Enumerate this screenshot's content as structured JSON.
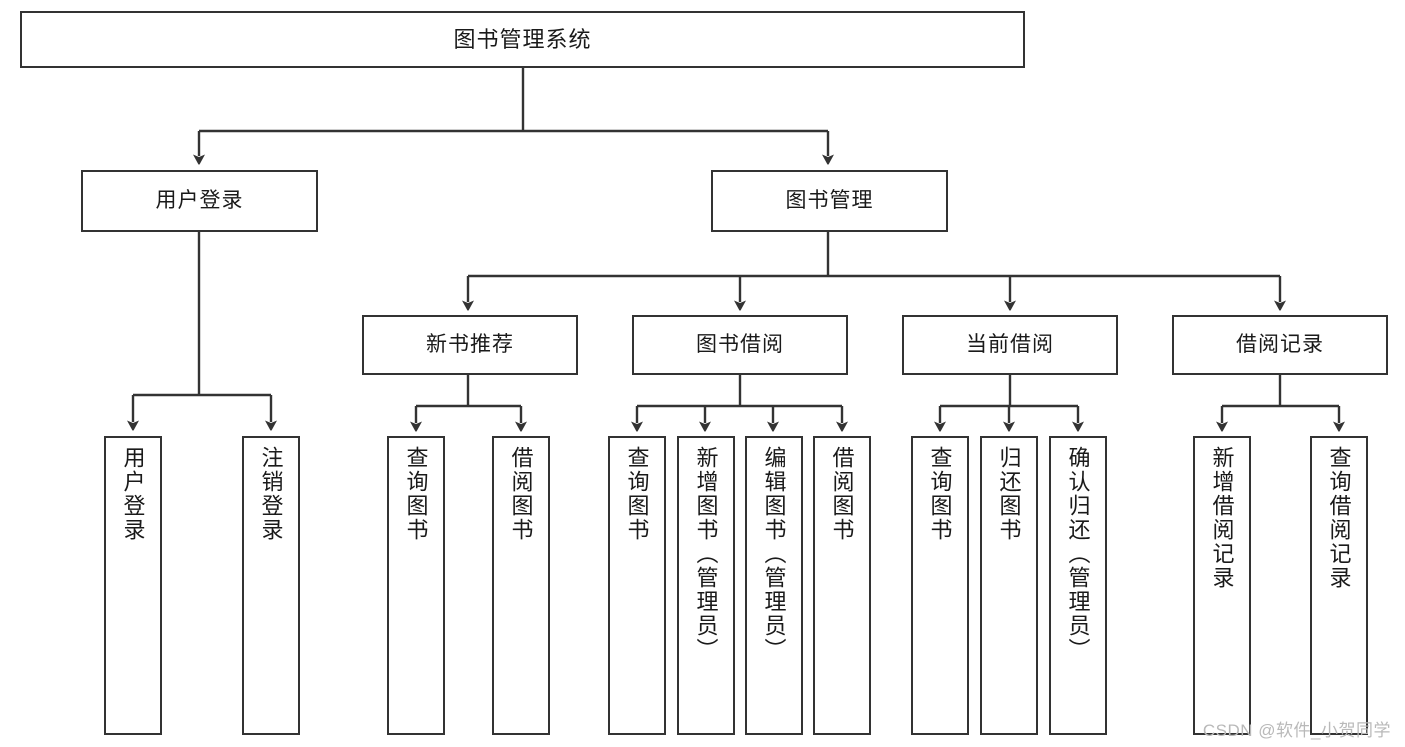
{
  "diagram": {
    "title": "图书管理系统",
    "type": "tree",
    "colors": {
      "box_border": "#333333",
      "box_fill": "#ffffff",
      "edge": "#333333",
      "text": "#1a1a1a",
      "watermark": "#b9b9b9"
    },
    "nodes": {
      "root": {
        "label": "图书管理系统"
      },
      "level2": [
        {
          "label": "用户登录"
        },
        {
          "label": "图书管理"
        }
      ],
      "level3": [
        {
          "label": "新书推荐"
        },
        {
          "label": "图书借阅"
        },
        {
          "label": "当前借阅"
        },
        {
          "label": "借阅记录"
        }
      ],
      "leaves": [
        {
          "label": "用户登录"
        },
        {
          "label": "注销登录"
        },
        {
          "label": "查询图书"
        },
        {
          "label": "借阅图书"
        },
        {
          "label": "查询图书"
        },
        {
          "label": "新增图书（管理员）"
        },
        {
          "label": "编辑图书（管理员）"
        },
        {
          "label": "借阅图书"
        },
        {
          "label": "查询图书"
        },
        {
          "label": "归还图书"
        },
        {
          "label": "确认归还（管理员）"
        },
        {
          "label": "新增借阅记录"
        },
        {
          "label": "查询借阅记录"
        }
      ]
    }
  },
  "watermark": {
    "text": "CSDN @软件_小贺同学"
  }
}
